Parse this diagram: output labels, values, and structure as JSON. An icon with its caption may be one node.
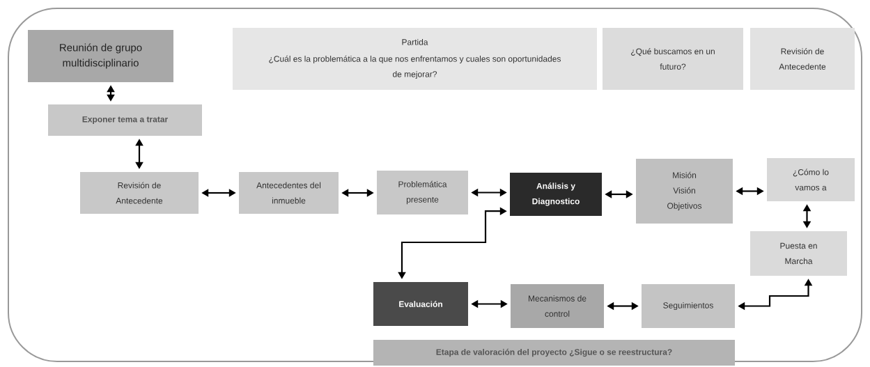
{
  "diagram": {
    "nodes": [
      {
        "text": [
          "Reunión de grupo multidisciplinario"
        ]
      },
      {
        "text": [
          "Partida",
          "¿Cuál es la problemática a la que nos enfrentamos y cuales son oportunidades de mejorar?"
        ]
      },
      {
        "text": [
          "¿Qué buscamos en un futuro?"
        ]
      },
      {
        "text": [
          "Revisión de Antecedente"
        ]
      },
      {
        "text": [
          "Exponer tema a tratar"
        ]
      },
      {
        "text": [
          "Revisión de Antecedente"
        ]
      },
      {
        "text": [
          "Antecedentes del inmueble"
        ]
      },
      {
        "text": [
          "Problemática presente"
        ]
      },
      {
        "text": [
          "Análisis y Diagnostico"
        ]
      },
      {
        "text": [
          "Misión Visión Objetivos"
        ]
      },
      {
        "text": [
          "¿Cómo lo vamos a"
        ]
      },
      {
        "text": [
          "Puesta en Marcha"
        ]
      },
      {
        "text": [
          "Evaluación"
        ]
      },
      {
        "text": [
          "Mecanismos de control"
        ]
      },
      {
        "text": [
          "Seguimientos"
        ]
      },
      {
        "text": [
          "Etapa de valoración del proyecto ¿Sigue o se reestructura?"
        ]
      }
    ],
    "edges": [
      {
        "from": 0,
        "to": 4,
        "arrow": "both"
      },
      {
        "from": 4,
        "to": 5,
        "arrow": "both"
      },
      {
        "from": 5,
        "to": 6,
        "arrow": "both"
      },
      {
        "from": 6,
        "to": 7,
        "arrow": "both"
      },
      {
        "from": 7,
        "to": 8,
        "arrow": "both"
      },
      {
        "from": 8,
        "to": 9,
        "arrow": "both"
      },
      {
        "from": 9,
        "to": 10,
        "arrow": "both"
      },
      {
        "from": 10,
        "to": 11,
        "arrow": "both"
      },
      {
        "from": 8,
        "to": 12,
        "arrow": "both"
      },
      {
        "from": 12,
        "to": 13,
        "arrow": "both"
      },
      {
        "from": 13,
        "to": 14,
        "arrow": "both"
      },
      {
        "from": 14,
        "to": 11,
        "arrow": "both"
      }
    ]
  }
}
